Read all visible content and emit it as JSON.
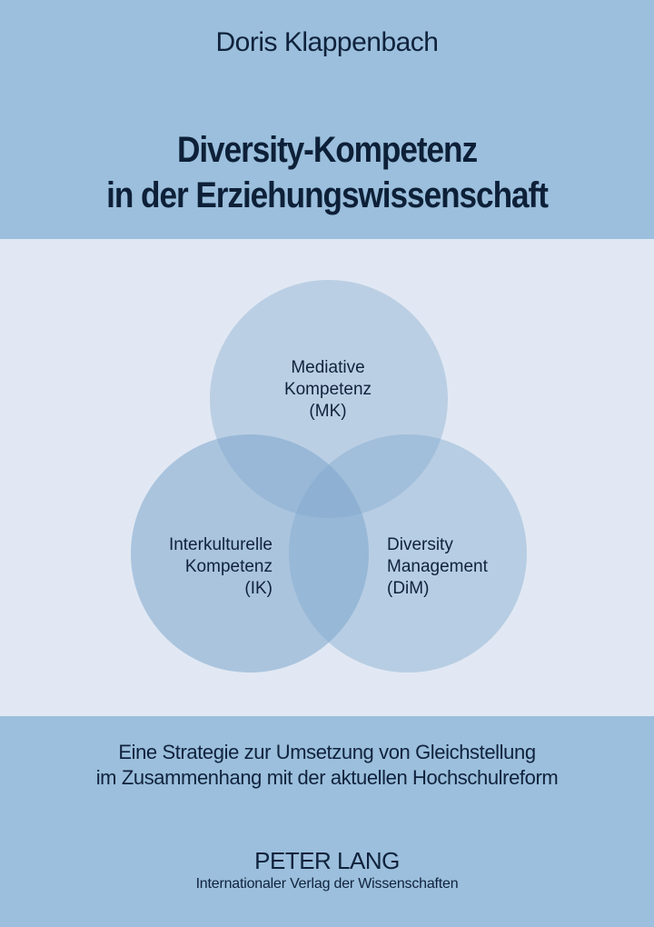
{
  "cover": {
    "author": "Doris Klappenbach",
    "title_line1": "Diversity-Kompetenz",
    "title_line2": "in der Erziehungswissenschaft",
    "subtitle_line1": "Eine Strategie zur Umsetzung von Gleichstellung",
    "subtitle_line2": "im Zusammenhang mit der aktuellen Hochschulreform",
    "publisher": "PETER LANG",
    "publisher_tagline": "Internationaler Verlag der Wissenschaften"
  },
  "diagram": {
    "type": "venn",
    "circles": [
      {
        "id": "MK",
        "line1": "Mediative",
        "line2": "Kompetenz",
        "line3": "(MK)"
      },
      {
        "id": "IK",
        "line1": "Interkulturelle",
        "line2": "Kompetenz",
        "line3": "(IK)"
      },
      {
        "id": "DiM",
        "line1": "Diversity",
        "line2": "Management",
        "line3": "(DiM)"
      }
    ]
  },
  "colors": {
    "band": "#9bbfdc",
    "panel": "#e1e8f3",
    "circle_fill": "#8fb2d4",
    "text": "#10223c"
  }
}
